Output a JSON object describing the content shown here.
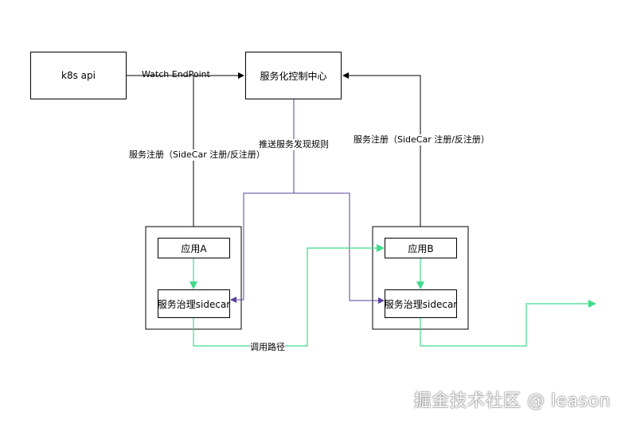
{
  "nodes": {
    "k8s_api": "k8s api",
    "control_center": "服务化控制中心",
    "app_a": "应用A",
    "sidecar_a": "服务治理sidecar",
    "app_b": "应用B",
    "sidecar_b": "服务治理sidecar"
  },
  "edges": {
    "watch_endpoint": "Watch EndPoint",
    "register_left": "服务注册（SideCar 注册/反注册）",
    "push_rules": "推送服务发现规则",
    "register_right": "服务注册（SideCar 注册/反注册）",
    "call_path": "调用路径"
  },
  "watermark": "掘金技术社区 @ leason",
  "colors": {
    "black_edge": "#000000",
    "push_edge": "#5b3fa0",
    "call_edge": "#3fdc8c"
  }
}
